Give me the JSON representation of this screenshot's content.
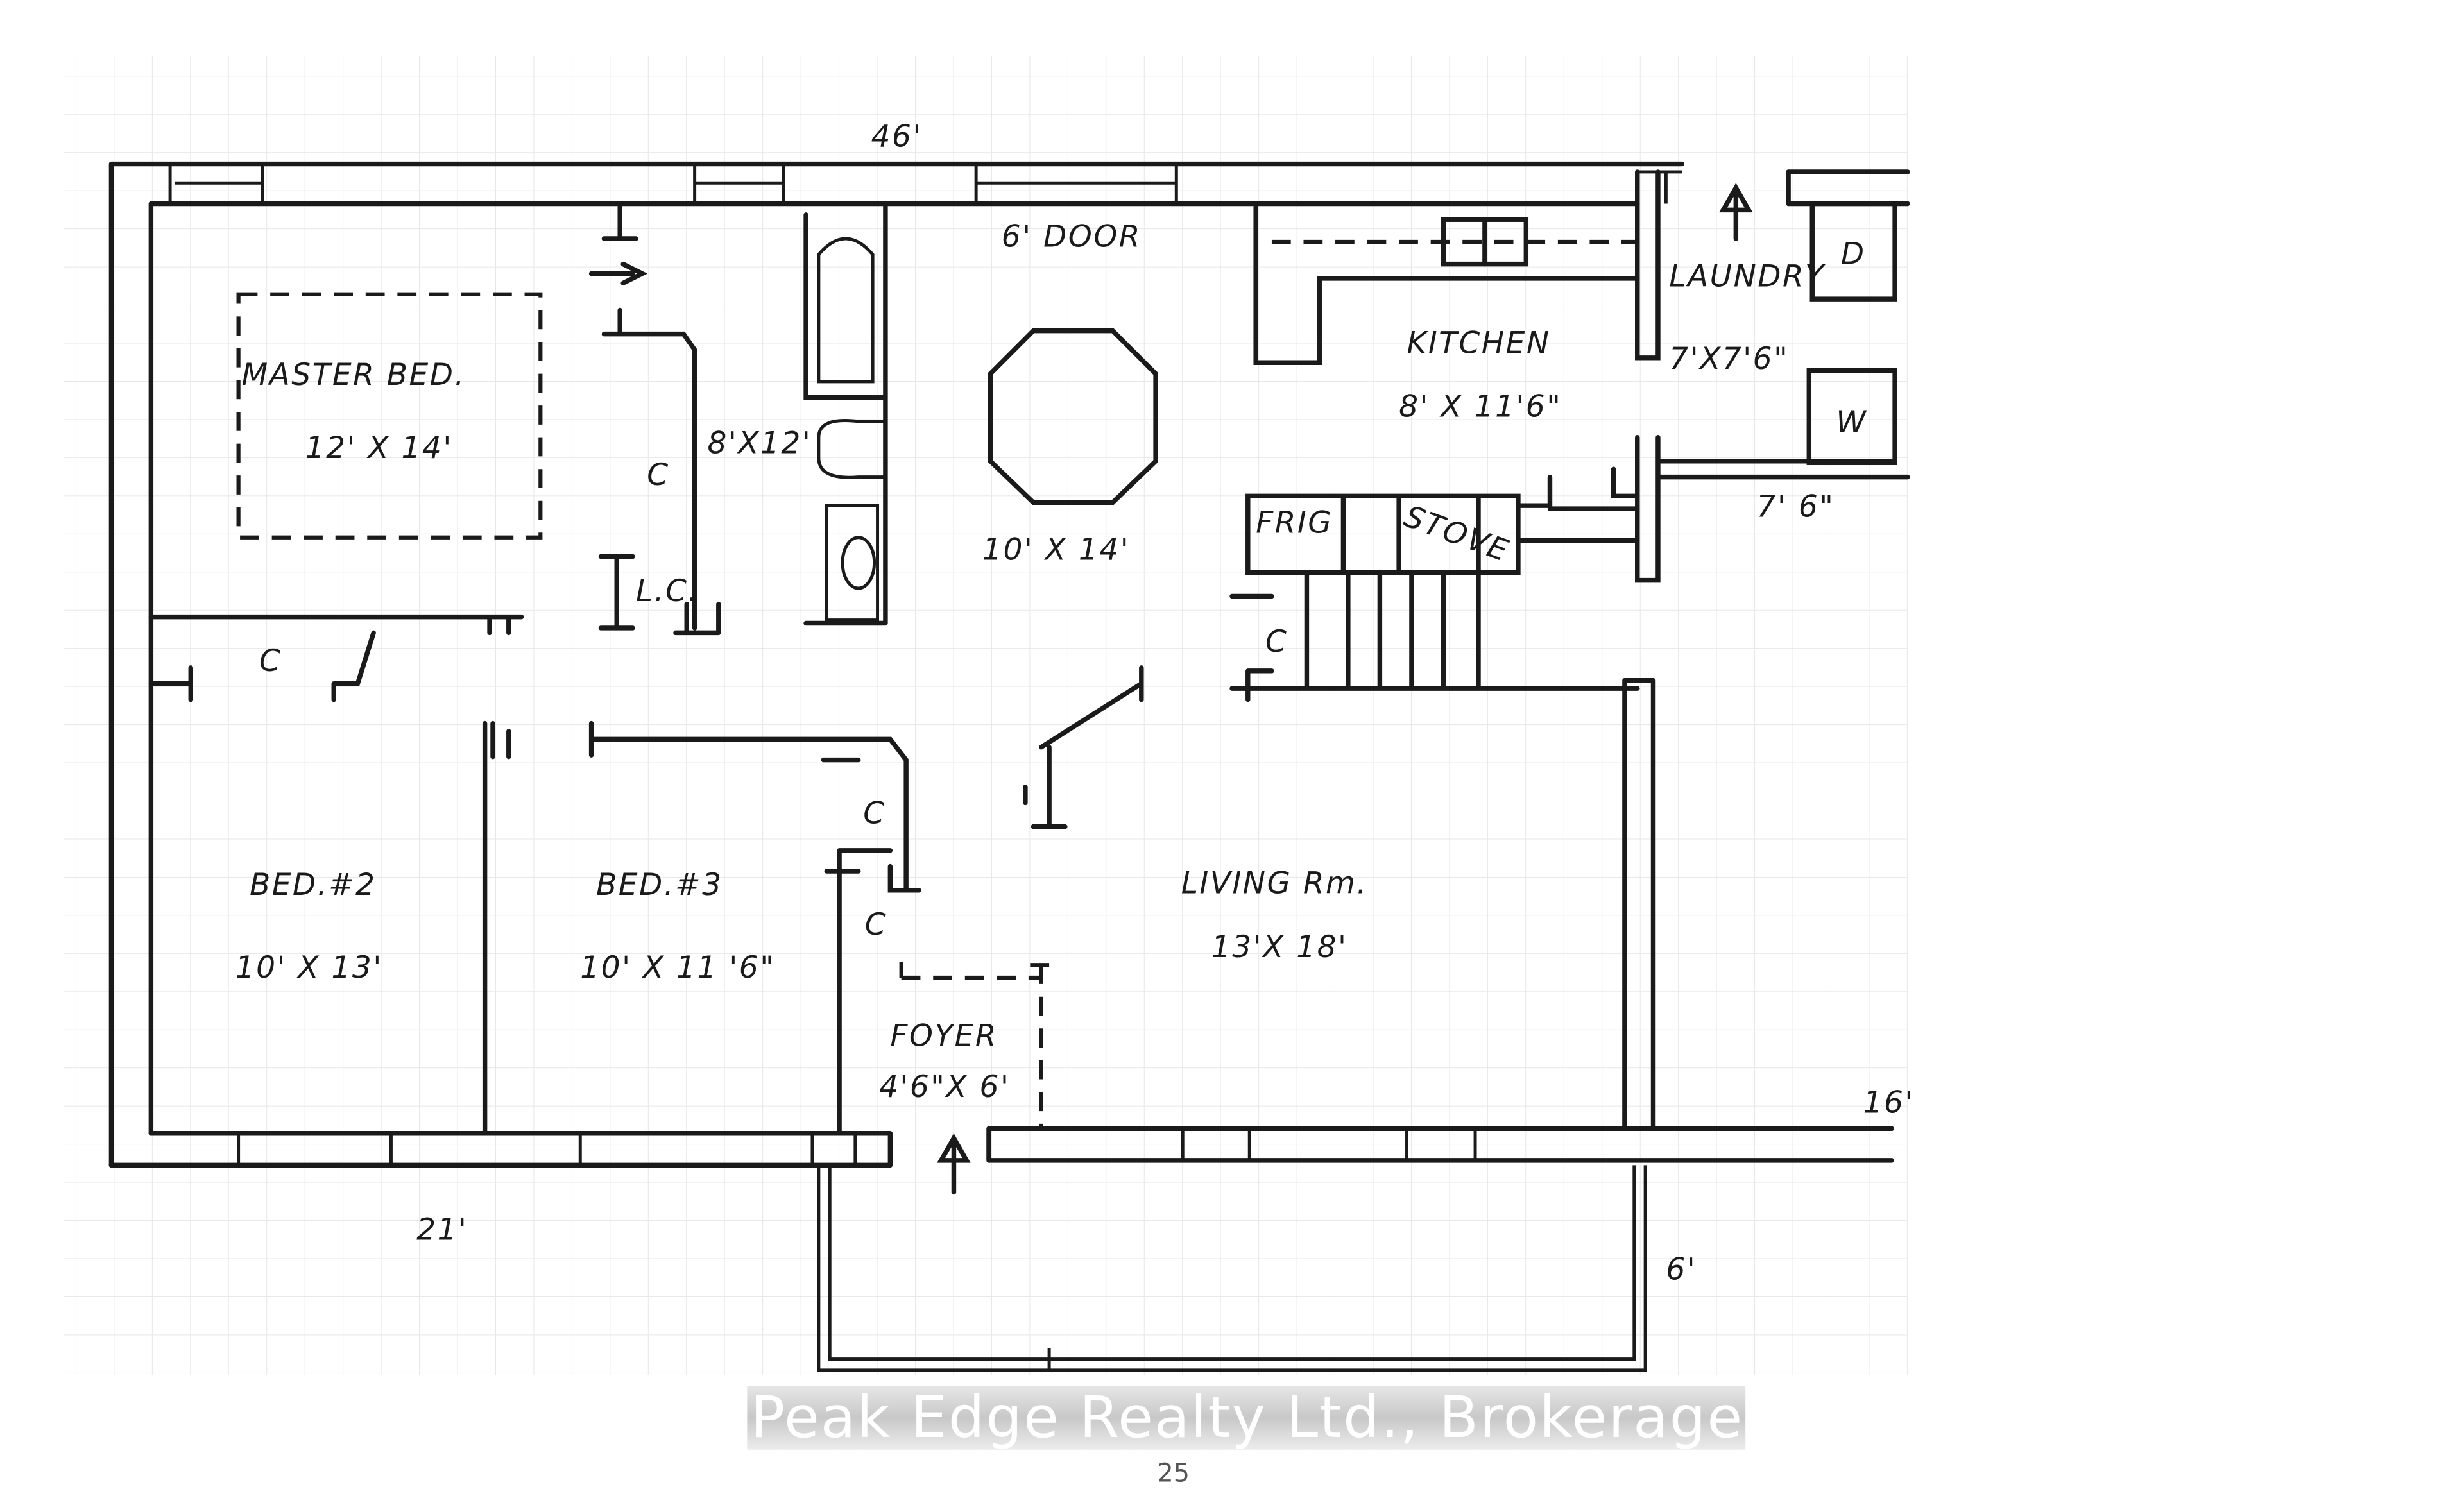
{
  "plan": {
    "overall_width": "46'",
    "left_side_length": "21'",
    "right_side_length": "16'",
    "porch_depth": "6'",
    "laundry_offset": "7' 6\"",
    "page_number": "25"
  },
  "rooms": {
    "master_bed": {
      "name": "MASTER BED.",
      "size": "12' X 14'"
    },
    "bath": {
      "size": "8'X12'"
    },
    "dining": {
      "size": "10' X 14'"
    },
    "kitchen": {
      "name": "KITCHEN",
      "size": "8' X 11'6\""
    },
    "laundry": {
      "name": "LAUNDRY",
      "size": "7'X7'6\""
    },
    "bed2": {
      "name": "BED.#2",
      "size": "10' X 13'"
    },
    "bed3": {
      "name": "BED.#3",
      "size": "10' X 11 '6\""
    },
    "living": {
      "name": "LIVING  Rm.",
      "size": "13'X 18'"
    },
    "foyer": {
      "name": "FOYER",
      "size": "4'6\"X 6'"
    }
  },
  "fixtures": {
    "door_note": "6' DOOR",
    "closet": "C",
    "linen_closet": "L.C.",
    "fridge": "FRIG",
    "stove": "STOVE",
    "dryer": "D",
    "washer": "W"
  },
  "watermark": "Peak Edge Realty Ltd., Brokerage",
  "colors": {
    "ink": "#1a1a1a",
    "grid": "#cfcfcf",
    "watermark_bg": "#c8c8c8"
  }
}
